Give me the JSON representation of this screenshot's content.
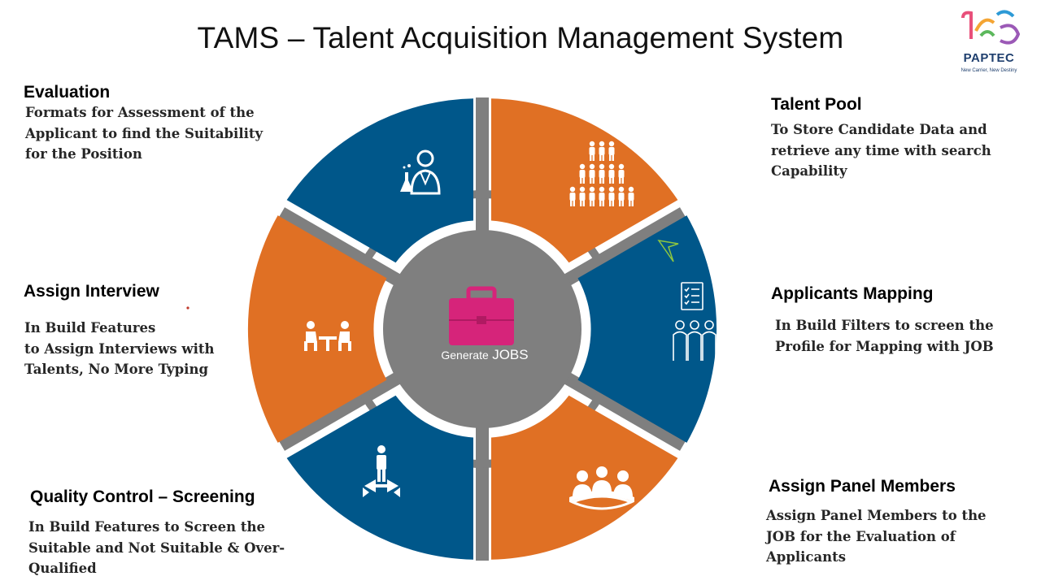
{
  "title": "TAMS – Talent Acquisition Management System",
  "logo": {
    "name": "PAPTEC",
    "tagline": "New Carrier, New Destiny"
  },
  "center": {
    "label_small": "Generate",
    "label_big": "JOBS",
    "icon": "briefcase-icon"
  },
  "colors": {
    "orange": "#E07024",
    "blue": "#00578A",
    "gray": "#7F7F7F",
    "magenta": "#D6247A"
  },
  "sections": {
    "talent_pool": {
      "heading": "Talent Pool",
      "description": "To Store Candidate Data and\nretrieve any time with search\nCapability",
      "icon": "people-pyramid-icon"
    },
    "applicants_mapping": {
      "heading": "Applicants  Mapping",
      "description": "In Build Filters to screen the\nProfile for Mapping with JOB",
      "icon": "checklist-people-icon"
    },
    "assign_panel_members": {
      "heading": "Assign Panel Members",
      "description": "Assign Panel Members to the\nJOB for the Evaluation of\nApplicants",
      "icon": "meeting-table-icon"
    },
    "quality_control": {
      "heading": "Quality Control – Screening",
      "description": "In Build Features to Screen the\nSuitable and Not Suitable & Over-\nQualified",
      "icon": "person-crossroads-icon"
    },
    "assign_interview": {
      "heading": "Assign Interview",
      "description": "In Build Features\nto Assign Interviews with\nTalents, No More Typing",
      "icon": "interview-icon"
    },
    "evaluation": {
      "heading": "Evaluation",
      "description": "Formats for Assessment of the\nApplicant to find the Suitability\nfor the Position",
      "icon": "scientist-icon"
    }
  }
}
